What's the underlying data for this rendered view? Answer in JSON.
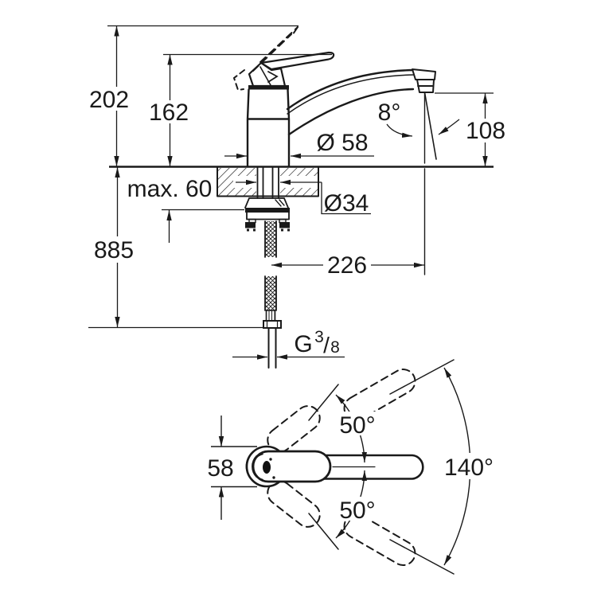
{
  "side_view": {
    "height_total": "202",
    "handle_height": "162",
    "hose_length": "885",
    "deck_thickness_max": "max. 60",
    "body_diameter": "Ø 58",
    "hole_diameter": "Ø34",
    "spout_reach": "226",
    "stream_angle": "8°",
    "spout_outlet_height": "108",
    "thread": {
      "g": "G",
      "numerator": "3",
      "slash": "/",
      "denominator": "8"
    }
  },
  "top_view": {
    "base_diameter": "58",
    "swivel_upper": "50°",
    "swivel_lower": "50°",
    "swivel_total": "140°"
  }
}
